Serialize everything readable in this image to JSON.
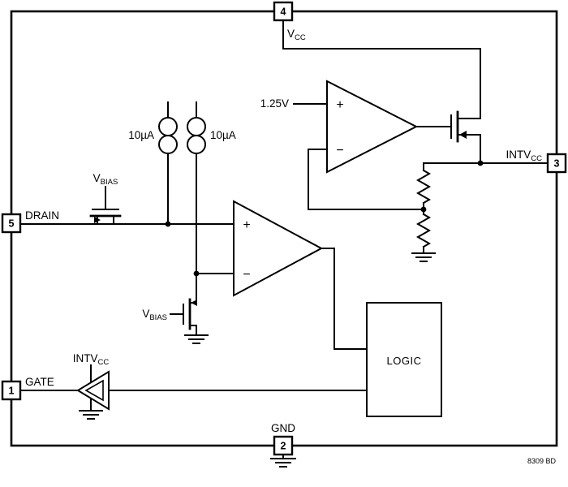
{
  "chip": {
    "ref_code": "8309 BD"
  },
  "pins": {
    "p1": {
      "num": "1",
      "label": "GATE"
    },
    "p2": {
      "num": "2",
      "label": "GND"
    },
    "p3": {
      "num": "3",
      "label_main": "INTV",
      "label_sub": "CC"
    },
    "p4": {
      "num": "4",
      "label_main": "V",
      "label_sub": "CC"
    },
    "p5": {
      "num": "5",
      "label": "DRAIN"
    }
  },
  "comparators": {
    "top": {
      "plus": "+",
      "minus": "−",
      "ref_label": "1.25V"
    },
    "bottom": {
      "plus": "+",
      "minus": "−"
    }
  },
  "current_sources": {
    "left": {
      "label": "10µA"
    },
    "right": {
      "label": "10µA"
    }
  },
  "transistors": {
    "pass_nmos": {
      "gate_label_main": "V",
      "gate_label_sub": "BIAS"
    },
    "bias_nmos": {
      "gate_label_main": "V",
      "gate_label_sub": "BIAS"
    }
  },
  "gate_driver": {
    "supply_main": "INTV",
    "supply_sub": "CC"
  },
  "logic_block": {
    "label": "LOGIC"
  }
}
